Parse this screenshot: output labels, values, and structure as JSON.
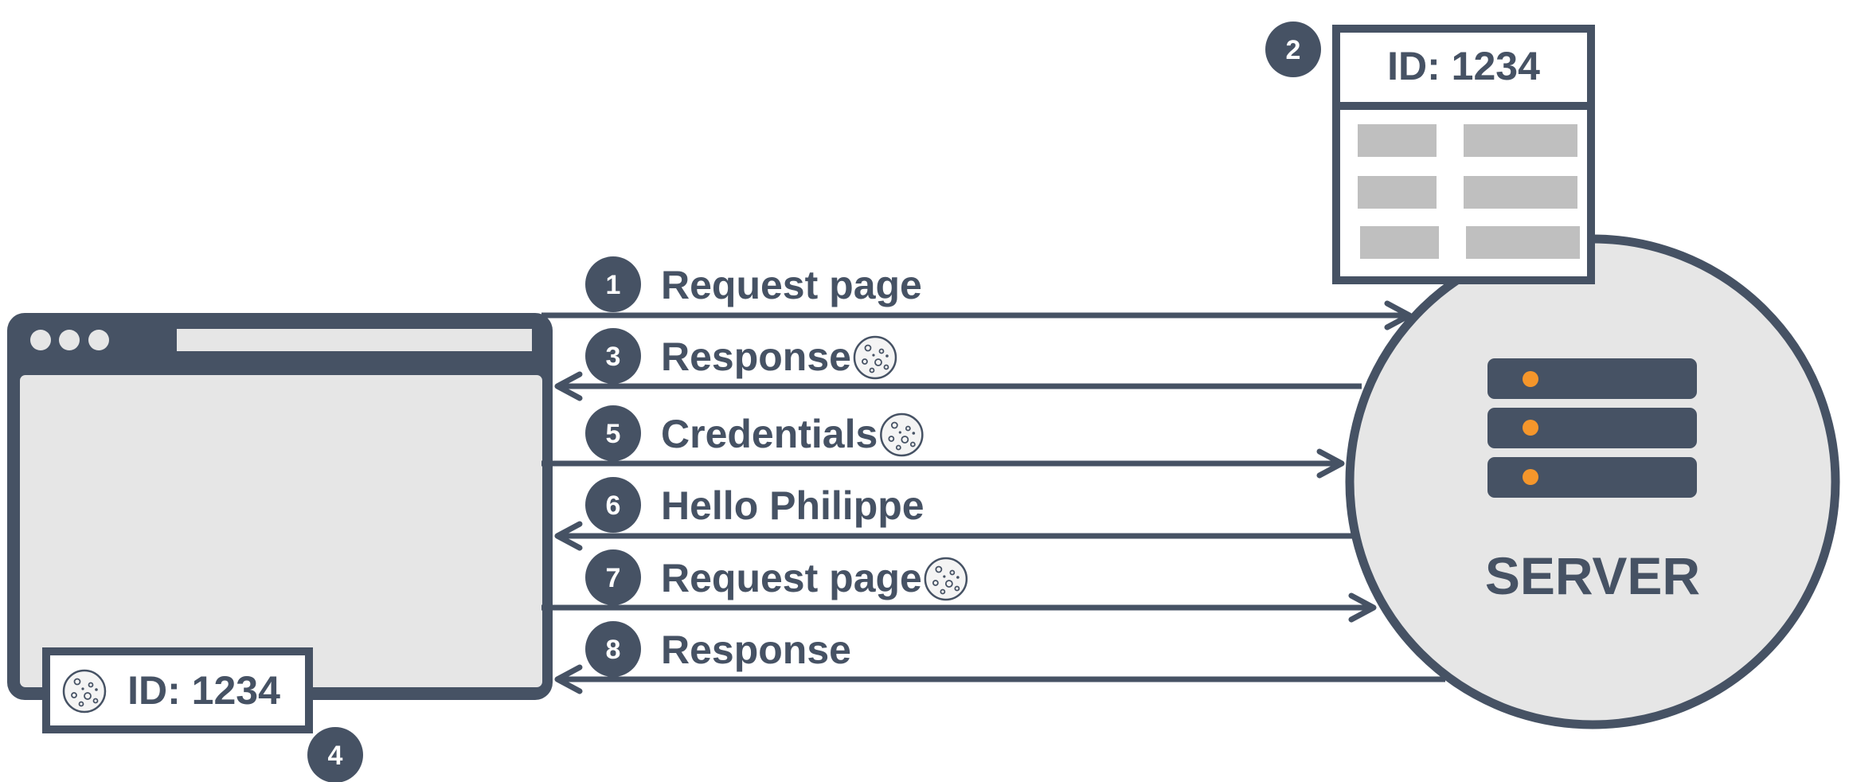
{
  "colors": {
    "primary": "#465264",
    "panel": "#e6e6e6",
    "placeholder": "#bfbfbf",
    "accent": "#f5962b",
    "background": "#ffffff"
  },
  "browser": {
    "window_dots_icon": "three-dots-icon",
    "cookie_tag": {
      "icon": "cookie-icon",
      "text": "ID: 1234"
    },
    "cookie_tag_step": "4"
  },
  "server": {
    "label": "SERVER",
    "icon": "server-rack-icon",
    "session_table": {
      "header": "ID: 1234",
      "step": "2",
      "rows": 3
    }
  },
  "steps": [
    {
      "number": "1",
      "label": "Request page",
      "direction": "to-server",
      "cookie": false
    },
    {
      "number": "3",
      "label": "Response",
      "direction": "to-browser",
      "cookie": true
    },
    {
      "number": "5",
      "label": "Credentials",
      "direction": "to-server",
      "cookie": true
    },
    {
      "number": "6",
      "label": "Hello Philippe",
      "direction": "to-browser",
      "cookie": false
    },
    {
      "number": "7",
      "label": "Request page",
      "direction": "to-server",
      "cookie": true
    },
    {
      "number": "8",
      "label": "Response",
      "direction": "to-browser",
      "cookie": false
    }
  ]
}
